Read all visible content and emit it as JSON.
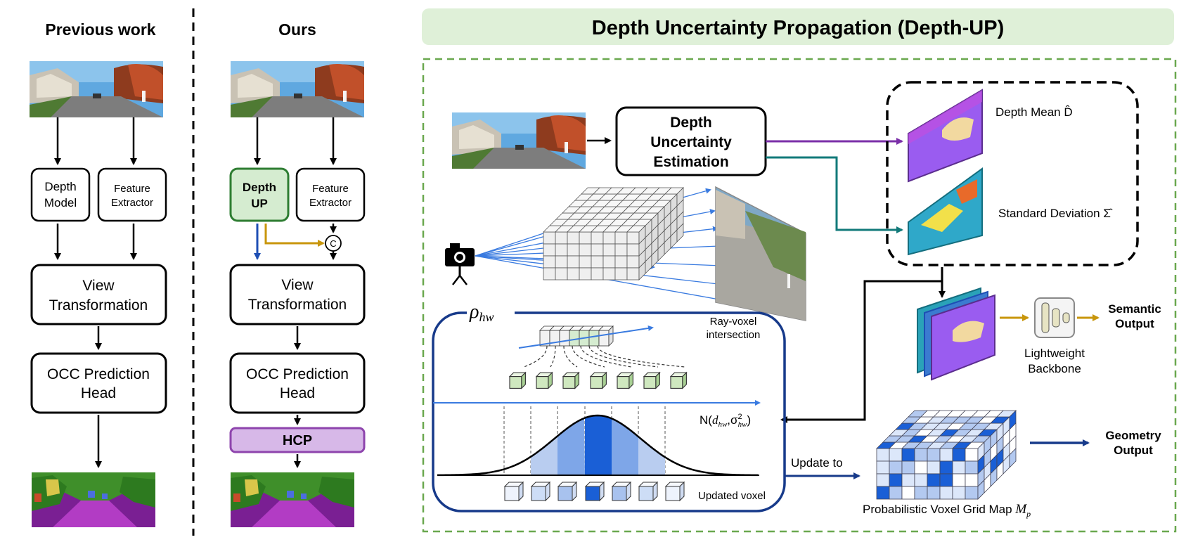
{
  "colors": {
    "accent_green": "#2e7d32",
    "light_green_fill": "#d5ecd0",
    "hcp_purple": "#8e44ad",
    "hcp_fill": "#d7b8e8",
    "blue_arrow": "#1e4fb4",
    "gold_arrow": "#c8960c",
    "teal_arrow": "#127a7a",
    "purple_arrow": "#7b2fa8",
    "navy": "#173a8a",
    "voxel_blue": "#1a5fd6"
  },
  "left": {
    "title": "Previous work",
    "depth_model": [
      "Depth",
      "Model"
    ],
    "feature_extractor": [
      "Feature",
      "Extractor"
    ],
    "view_transformation": [
      "View",
      "Transformation"
    ],
    "occ_head": [
      "OCC Prediction",
      "Head"
    ]
  },
  "middle": {
    "title": "Ours",
    "depth_up": [
      "Depth",
      "UP"
    ],
    "feature_extractor": [
      "Feature",
      "Extractor"
    ],
    "concat_symbol": "C",
    "view_transformation": [
      "View",
      "Transformation"
    ],
    "occ_head": [
      "OCC Prediction",
      "Head"
    ],
    "hcp": "HCP"
  },
  "right": {
    "banner_title": "Depth Uncertainty Propagation (Depth-UP)",
    "estimation_box": [
      "Depth",
      "Uncertainty",
      "Estimation"
    ],
    "depth_mean_label": "Depth Mean D̂",
    "std_label": "Standard Deviation Σ̂",
    "rho_label": "ρhw",
    "ray_voxel_label": [
      "Ray-voxel",
      "intersection"
    ],
    "normal_label": "N(dhw,σ²hw)",
    "updated_voxel_label": "Updated voxel",
    "update_to_label": "Update to",
    "grid_map_label": "Probabilistic Voxel Grid Map Mp",
    "semantic_output": [
      "Semantic",
      "Output"
    ],
    "lightweight_backbone": [
      "Lightweight",
      "Backbone"
    ],
    "geometry_output": [
      "Geometry",
      "Output"
    ]
  }
}
